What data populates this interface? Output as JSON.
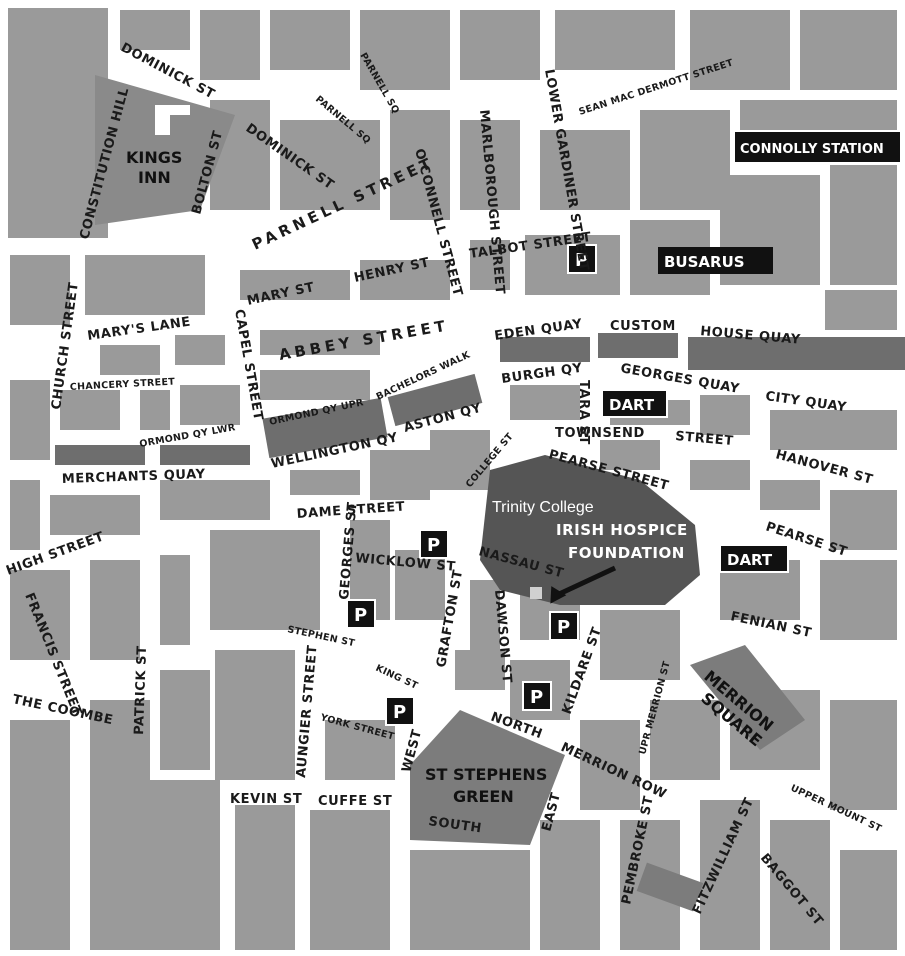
{
  "landmarks": {
    "kings_inn_line1": "KINGS",
    "kings_inn_line2": "INN",
    "trinity_college": "Trinity College",
    "hospice_line1": "IRISH HOSPICE",
    "hospice_line2": "FOUNDATION",
    "stephens_green_line1": "ST STEPHENS",
    "stephens_green_line2": "GREEN",
    "merrion_square_line1": "MERRION",
    "merrion_square_line2": "SQUARE"
  },
  "badges": {
    "connolly": "CONNOLLY STATION",
    "busarus": "BUSARUS",
    "dart_1": "DART",
    "dart_2": "DART"
  },
  "parking": [
    "P",
    "P",
    "P",
    "P",
    "P",
    "P"
  ],
  "streets": {
    "dominick_st_top": "DOMINICK ST",
    "dominick_st": "DOMINICK ST",
    "constitution_hill": "CONSTITUTION HILL",
    "bolton_st": "BOLTON ST",
    "parnell_sq_1": "PARNELL SQ",
    "parnell_sq_2": "PARNELL SQ",
    "parnell_street": "PARNELL STREET",
    "o_connell_street": "O CONNELL STREET",
    "marlborough_street": "MARLBOROUGH STREET",
    "lower_gardiner_street": "LOWER GARDINER STREET",
    "sean_mac_dermott": "SEAN MAC DERMOTT STREET",
    "talbot_street": "TALBOT STREET",
    "henry_st": "HENRY ST",
    "mary_st": "MARY ST",
    "marys_lane": "MARY'S LANE",
    "church_street": "CHURCH STREET",
    "capel_street": "CAPEL STREET",
    "abbey_street": "ABBEY STREET",
    "eden_quay": "EDEN QUAY",
    "custom": "CUSTOM",
    "house_quay": "HOUSE QUAY",
    "chancery_street": "CHANCERY STREET",
    "bachelors_walk": "BACHELORS WALK",
    "ormond_qy_upr": "ORMOND QY UPR",
    "ormond_qy_lwr": "ORMOND QY LWR",
    "burgh_qy": "BURGH QY",
    "georges_quay": "GEORGES QUAY",
    "city_quay": "CITY QUAY",
    "tara_st": "TARA ST",
    "aston_qy": "ASTON QY",
    "wellington_qy": "WELLINGTON QY",
    "merchants_quay": "MERCHANTS QUAY",
    "townsend": "TOWNSEND",
    "street_townsend": "STREET",
    "hanover_st": "HANOVER ST",
    "college_st": "COLLEGE ST",
    "pearse_street": "PEARSE STREET",
    "pearse_st": "PEARSE ST",
    "dame_street": "DAME STREET",
    "high_street": "HIGH STREET",
    "francis_street": "FRANCIS STREET",
    "georges_st": "GEORGES ST",
    "wicklow_st": "WICKLOW ST",
    "nassau_st": "NASSAU ST",
    "grafton_st": "GRAFTON ST",
    "dawson_st": "DAWSON ST",
    "kildare_st": "KILDARE ST",
    "fenian_st": "FENIAN ST",
    "upr_merrion_st": "UPR MERRION ST",
    "patrick_st": "PATRICK ST",
    "stephen_st": "STEPHEN ST",
    "king_st": "KING ST",
    "aungier_street": "AUNGIER STREET",
    "the_coombe": "THE COOMBE",
    "york_street": "YORK STREET",
    "west": "WEST",
    "north": "NORTH",
    "merrion_row": "MERRION ROW",
    "kevin_st": "KEVIN ST",
    "cuffe_st": "CUFFE ST",
    "south": "SOUTH",
    "east": "EAST",
    "pembroke_st": "PEMBROKE ST",
    "fitzwilliam_st": "FITZWILLIAM ST",
    "baggot_st": "BAGGOT ST",
    "upper_mount_st": "UPPER MOUNT ST"
  },
  "colors": {
    "block": "#9a9a9a",
    "road": "#ffffff",
    "river": "#6e6e6e",
    "park": "#7c7c7c",
    "badge": "#111111",
    "college": "#555555"
  }
}
